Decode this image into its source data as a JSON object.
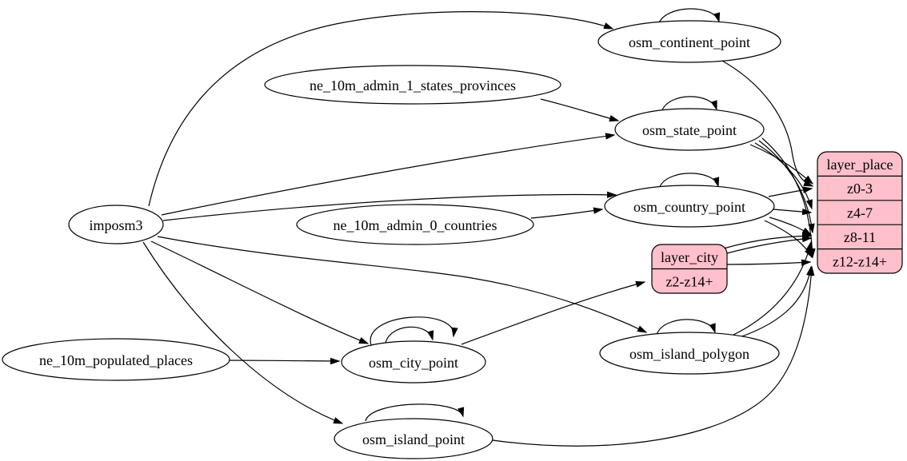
{
  "diagram": {
    "colors": {
      "layer_fill": "#ffc0cb",
      "table_fill": "#ffffff",
      "edge_stroke": "#000000"
    },
    "nodes": {
      "imposm3": {
        "label": "imposm3",
        "type": "importer"
      },
      "ne_10m_admin_1_states_provinces": {
        "label": "ne_10m_admin_1_states_provinces",
        "type": "source-table"
      },
      "ne_10m_admin_0_countries": {
        "label": "ne_10m_admin_0_countries",
        "type": "source-table"
      },
      "ne_10m_populated_places": {
        "label": "ne_10m_populated_places",
        "type": "source-table"
      },
      "osm_continent_point": {
        "label": "osm_continent_point",
        "type": "osm-table"
      },
      "osm_state_point": {
        "label": "osm_state_point",
        "type": "osm-table"
      },
      "osm_country_point": {
        "label": "osm_country_point",
        "type": "osm-table"
      },
      "osm_city_point": {
        "label": "osm_city_point",
        "type": "osm-table"
      },
      "osm_island_polygon": {
        "label": "osm_island_polygon",
        "type": "osm-table"
      },
      "osm_island_point": {
        "label": "osm_island_point",
        "type": "osm-table"
      },
      "layer_place": {
        "label": "layer_place",
        "rows": [
          "z0-3",
          "z4-7",
          "z8-11",
          "z12-z14+"
        ],
        "type": "layer-record"
      },
      "layer_city": {
        "label": "layer_city",
        "rows": [
          "z2-z14+"
        ],
        "type": "layer-record"
      }
    },
    "edges": [
      {
        "from": "imposm3",
        "to": "osm_continent_point"
      },
      {
        "from": "imposm3",
        "to": "osm_state_point"
      },
      {
        "from": "imposm3",
        "to": "osm_country_point"
      },
      {
        "from": "imposm3",
        "to": "osm_city_point"
      },
      {
        "from": "imposm3",
        "to": "osm_island_polygon"
      },
      {
        "from": "imposm3",
        "to": "osm_island_point"
      },
      {
        "from": "ne_10m_admin_1_states_provinces",
        "to": "osm_state_point"
      },
      {
        "from": "ne_10m_admin_0_countries",
        "to": "osm_country_point"
      },
      {
        "from": "ne_10m_populated_places",
        "to": "osm_city_point"
      },
      {
        "from": "osm_continent_point",
        "to": "osm_continent_point"
      },
      {
        "from": "osm_state_point",
        "to": "osm_state_point"
      },
      {
        "from": "osm_country_point",
        "to": "osm_country_point"
      },
      {
        "from": "osm_city_point",
        "to": "osm_city_point"
      },
      {
        "from": "osm_city_point",
        "to": "osm_city_point"
      },
      {
        "from": "osm_island_polygon",
        "to": "osm_island_polygon"
      },
      {
        "from": "osm_island_point",
        "to": "osm_island_point"
      },
      {
        "from": "osm_city_point",
        "to": "layer_city",
        "to_row": "z2-z14+"
      },
      {
        "from": "osm_continent_point",
        "to": "layer_place",
        "to_row": "z0-3"
      },
      {
        "from": "osm_state_point",
        "to": "layer_place",
        "to_row": "z0-3"
      },
      {
        "from": "osm_state_point",
        "to": "layer_place",
        "to_row": "z4-7"
      },
      {
        "from": "osm_state_point",
        "to": "layer_place",
        "to_row": "z8-11"
      },
      {
        "from": "osm_state_point",
        "to": "layer_place",
        "to_row": "z12-z14+"
      },
      {
        "from": "osm_country_point",
        "to": "layer_place",
        "to_row": "z0-3"
      },
      {
        "from": "osm_country_point",
        "to": "layer_place",
        "to_row": "z4-7"
      },
      {
        "from": "osm_country_point",
        "to": "layer_place",
        "to_row": "z8-11"
      },
      {
        "from": "osm_country_point",
        "to": "layer_place",
        "to_row": "z12-z14+"
      },
      {
        "from": "layer_city",
        "to": "layer_place",
        "to_row": "z8-11"
      },
      {
        "from": "layer_city",
        "to": "layer_place",
        "to_row": "z8-11"
      },
      {
        "from": "layer_city",
        "to": "layer_place",
        "to_row": "z12-z14+"
      },
      {
        "from": "osm_island_polygon",
        "to": "layer_place",
        "to_row": "z8-11"
      },
      {
        "from": "osm_island_polygon",
        "to": "layer_place",
        "to_row": "z12-z14+"
      },
      {
        "from": "osm_island_point",
        "to": "layer_place",
        "to_row": "z12-z14+"
      }
    ]
  }
}
